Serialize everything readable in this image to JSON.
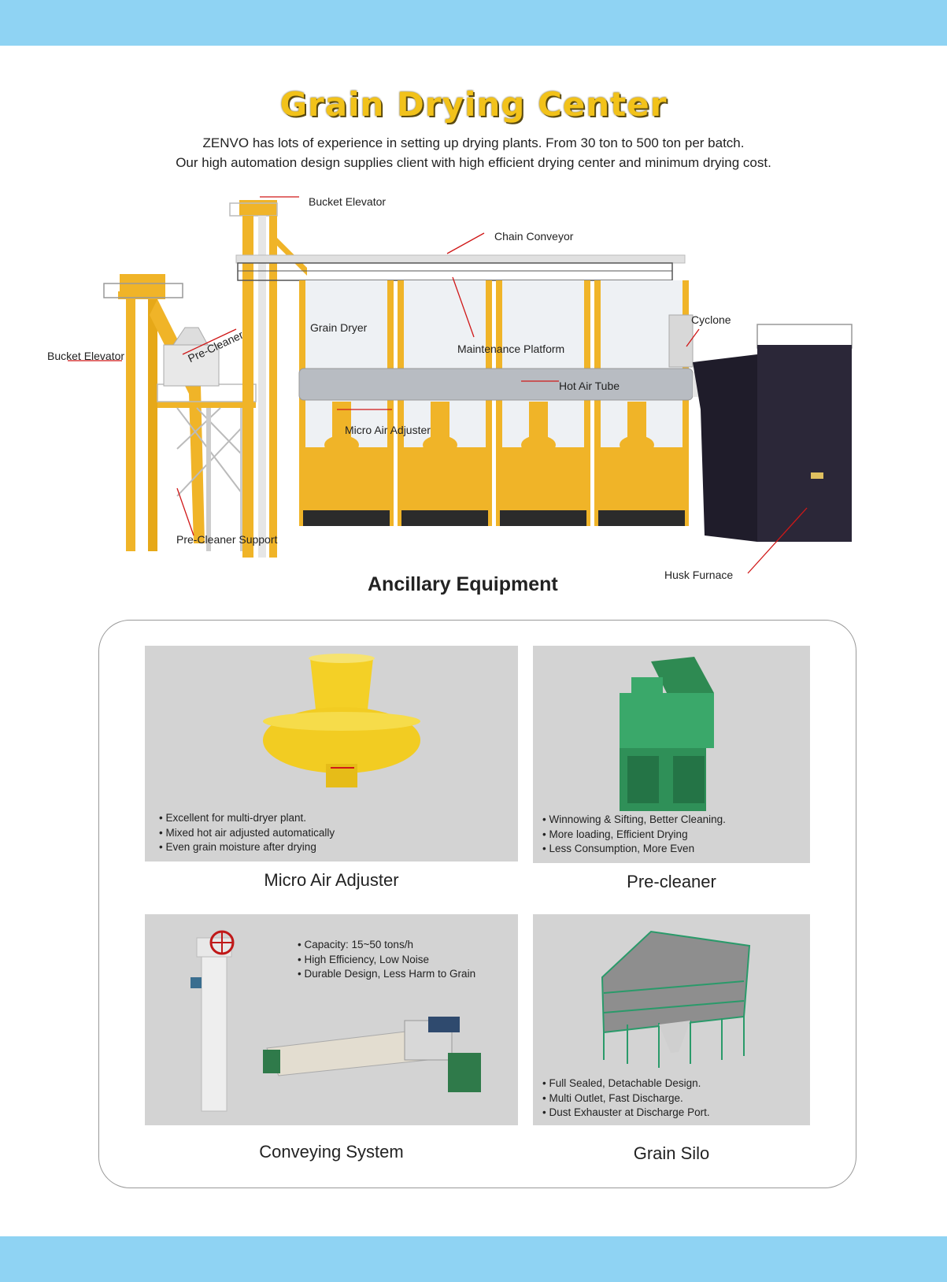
{
  "colors": {
    "band": "#8fd3f3",
    "title_yellow": "#f2c21a",
    "tile_bg": "#d3d3d3",
    "structure_yellow": "#f0b428",
    "furnace": "#2b2738",
    "pre_cleaner_green": "#3aa86a"
  },
  "header": {
    "title": "Grain Drying Center",
    "intro_line1": "ZENVO has lots of experience in setting up drying plants. From 30 ton to 500 ton per batch.",
    "intro_line2": "Our high automation design supplies client with high efficient drying center and minimum drying cost."
  },
  "diagram": {
    "labels": {
      "bucket_elevator_top": "Bucket Elevator",
      "chain_conveyor": "Chain Conveyor",
      "cyclone": "Cyclone",
      "grain_dryer": "Grain Dryer",
      "maintenance_platform": "Maintenance Platform",
      "hot_air_tube": "Hot Air Tube",
      "micro_air_adjuster": "Micro Air Adjuster",
      "bucket_elevator_left": "Bucket Elevator",
      "pre_cleaner": "Pre-Cleaner",
      "pre_cleaner_support": "Pre-Cleaner Support",
      "husk_furnace": "Husk Furnace"
    }
  },
  "ancillary": {
    "title": "Ancillary Equipment",
    "tiles": [
      {
        "caption": "Micro Air Adjuster",
        "bullets": [
          "Excellent for multi-dryer plant.",
          "Mixed hot air adjusted automatically",
          "Even grain moisture after drying"
        ]
      },
      {
        "caption": "Pre-cleaner",
        "bullets": [
          "Winnowing & Sifting, Better Cleaning.",
          "More loading, Efficient Drying",
          "Less Consumption, More Even"
        ]
      },
      {
        "caption": "Conveying System",
        "bullets": [
          "Capacity: 15~50 tons/h",
          "High Efficiency, Low Noise",
          "Durable Design, Less Harm to Grain"
        ]
      },
      {
        "caption": "Grain Silo",
        "bullets": [
          "Full Sealed, Detachable Design.",
          "Multi Outlet, Fast Discharge.",
          "Dust Exhauster at Discharge Port."
        ]
      }
    ]
  }
}
